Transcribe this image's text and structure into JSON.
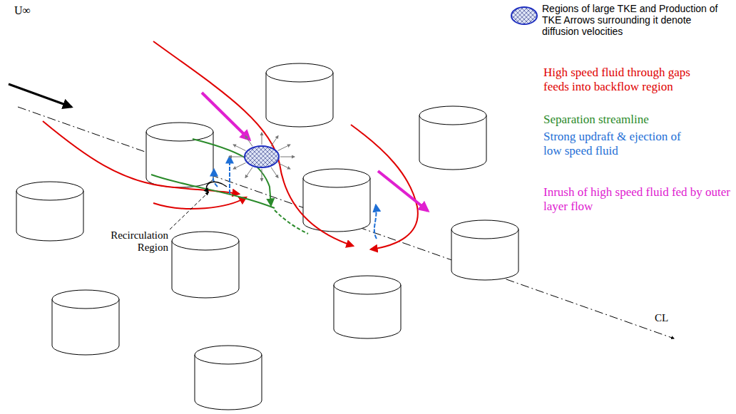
{
  "diagram": {
    "labels": [
      "U∞",
      "Recirculation Region",
      "CL"
    ],
    "legend": [
      {
        "text": "Regions of large TKE and Production of TKE Arrows surrounding it denote diffusion velocities"
      },
      {
        "text": "High speed fluid through gaps feeds into backflow region",
        "color": "#e00000"
      },
      {
        "text": "Separation streamline",
        "color": "#2a8a2a"
      },
      {
        "text": "Strong updraft & ejection of low speed fluid",
        "color": "#1e6fd6"
      },
      {
        "text": "Inrush of high speed fluid fed by outer layer flow",
        "color": "#e020d0"
      }
    ]
  }
}
